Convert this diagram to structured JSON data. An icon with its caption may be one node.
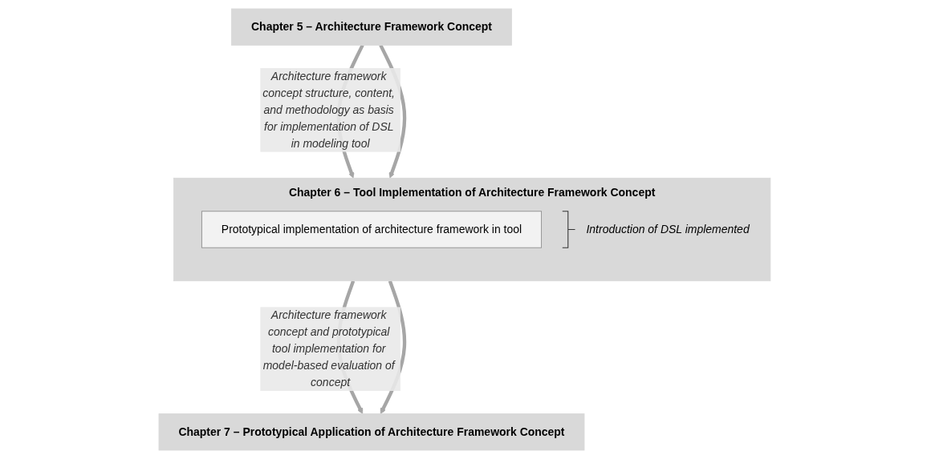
{
  "diagram": {
    "nodes": [
      {
        "text": [
          "Chapter 5 – Architecture Framework Concept"
        ]
      },
      {
        "text": [
          "Chapter 6 – Tool Implementation of Architecture Framework Concept"
        ]
      },
      {
        "text": [
          "Prototypical implementation of architecture framework in tool"
        ],
        "in": 1,
        "beside": [
          "Introduction of DSL implemented"
        ]
      },
      {
        "text": [
          "Chapter 7 – Prototypical Application of Architecture Framework Concept"
        ]
      }
    ],
    "edges": [
      {
        "from": 0,
        "to": 1,
        "arrow": "to",
        "label": "Architecture framework concept structure, content, and methodology as basis for implementation of DSL in modeling tool"
      },
      {
        "from": 0,
        "to": 1,
        "arrow": "to"
      },
      {
        "from": 1,
        "to": 3,
        "arrow": "to",
        "label": "Architecture framework concept and prototypical tool implementation for model-based evaluation of concept"
      },
      {
        "from": 1,
        "to": 3,
        "arrow": "to"
      }
    ]
  }
}
